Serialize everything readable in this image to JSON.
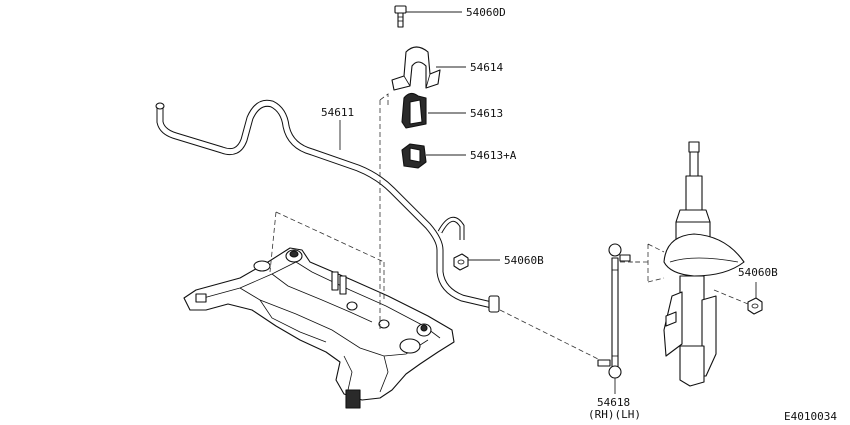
{
  "labels": {
    "bolt_top": "54060D",
    "bracket": "54614",
    "bushing": "54613",
    "bushing_a": "54613+A",
    "stabilizer": "54611",
    "nut_link": "54060B",
    "nut_strut": "54060B",
    "link": "54618",
    "link_side": "(RH)(LH)",
    "diagram_code": "E4010034"
  }
}
